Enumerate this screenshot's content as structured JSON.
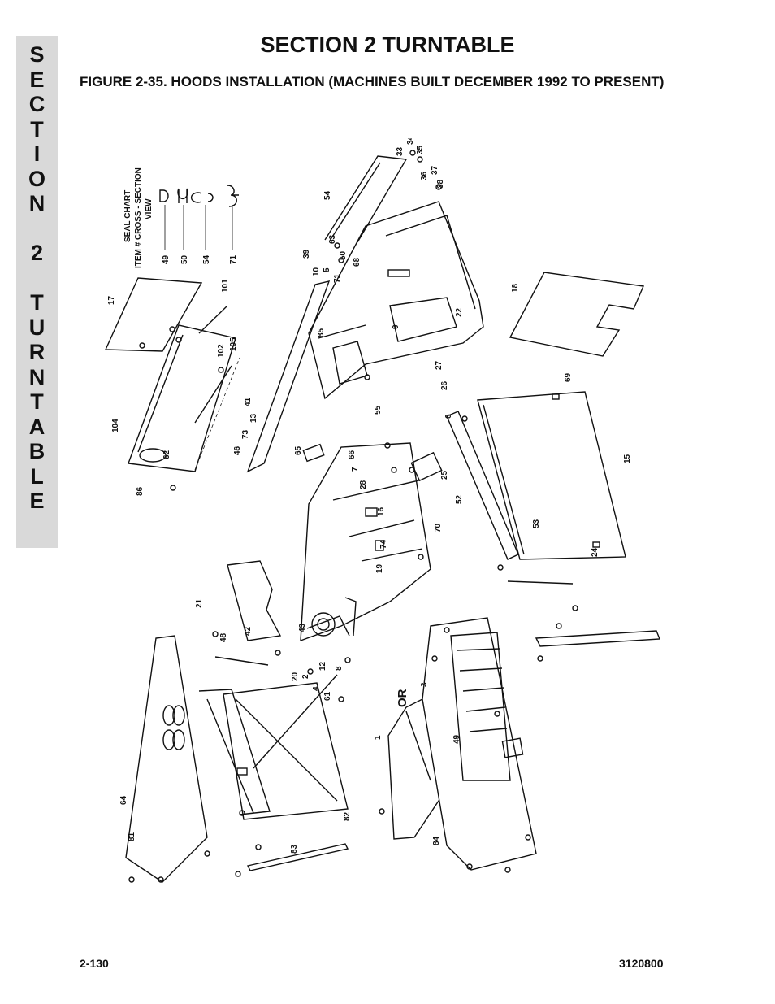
{
  "side_tab": {
    "letters": [
      "S",
      "E",
      "C",
      "T",
      "I",
      "O",
      "N",
      " ",
      "2",
      " ",
      "T",
      "U",
      "R",
      "N",
      "T",
      "A",
      "B",
      "L",
      "E"
    ]
  },
  "header": {
    "title": "SECTION 2  TURNTABLE",
    "figure_caption": "FIGURE 2-35.  HOODS INSTALLATION (MACHINES BUILT DECEMBER 1992 TO PRESENT)"
  },
  "seal_chart": {
    "title": "SEAL CHART",
    "subtitle": "ITEM # CROSS - SECTION",
    "subtitle2": "VIEW",
    "items": [
      "49",
      "50",
      "54",
      "71"
    ]
  },
  "callouts": {
    "or_label": "OR",
    "numbers": [
      "33",
      "34",
      "35",
      "36",
      "37",
      "38",
      "39",
      "10",
      "5",
      "63",
      "71",
      "50",
      "68",
      "54",
      "85",
      "18",
      "9",
      "22",
      "27",
      "26",
      "6",
      "55",
      "17",
      "101",
      "102",
      "105",
      "104",
      "62",
      "86",
      "41",
      "46",
      "73",
      "13",
      "65",
      "66",
      "7",
      "28",
      "25",
      "52",
      "15",
      "69",
      "53",
      "24",
      "16",
      "70",
      "74",
      "19",
      "48",
      "42",
      "43",
      "21",
      "20",
      "2",
      "12",
      "8",
      "4",
      "61",
      "64",
      "81",
      "82",
      "83",
      "1",
      "84",
      "3",
      "49"
    ]
  },
  "footer": {
    "page_number": "2-130",
    "doc_number": "3120800"
  }
}
